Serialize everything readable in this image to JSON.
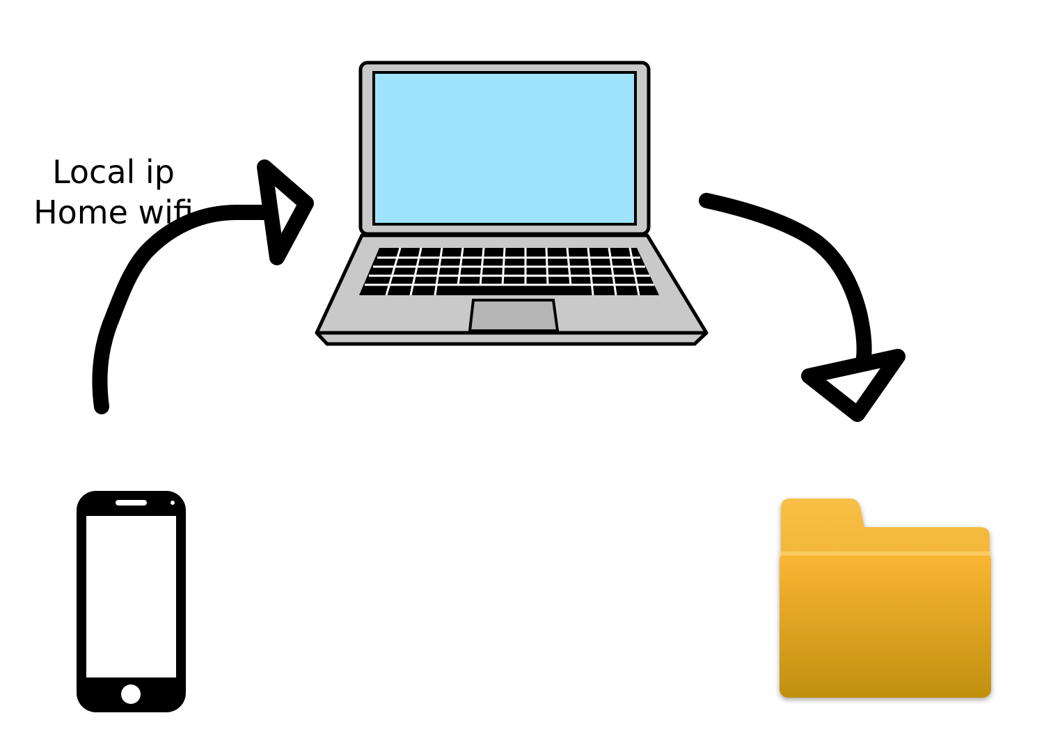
{
  "diagram": {
    "label": {
      "line1": "Local ip",
      "line2": "Home wifi"
    },
    "nodes": [
      {
        "id": "phone",
        "icon": "smartphone-icon"
      },
      {
        "id": "laptop",
        "icon": "laptop-icon"
      },
      {
        "id": "folder",
        "icon": "folder-icon"
      }
    ],
    "edges": [
      {
        "from": "phone",
        "to": "laptop"
      },
      {
        "from": "laptop",
        "to": "folder"
      }
    ],
    "colors": {
      "screen": "#9ee2fb",
      "laptop_body": "#c9c9c9",
      "folder_top": "#fbb733",
      "folder_bottom": "#c0900f",
      "arrow": "#000000"
    }
  }
}
